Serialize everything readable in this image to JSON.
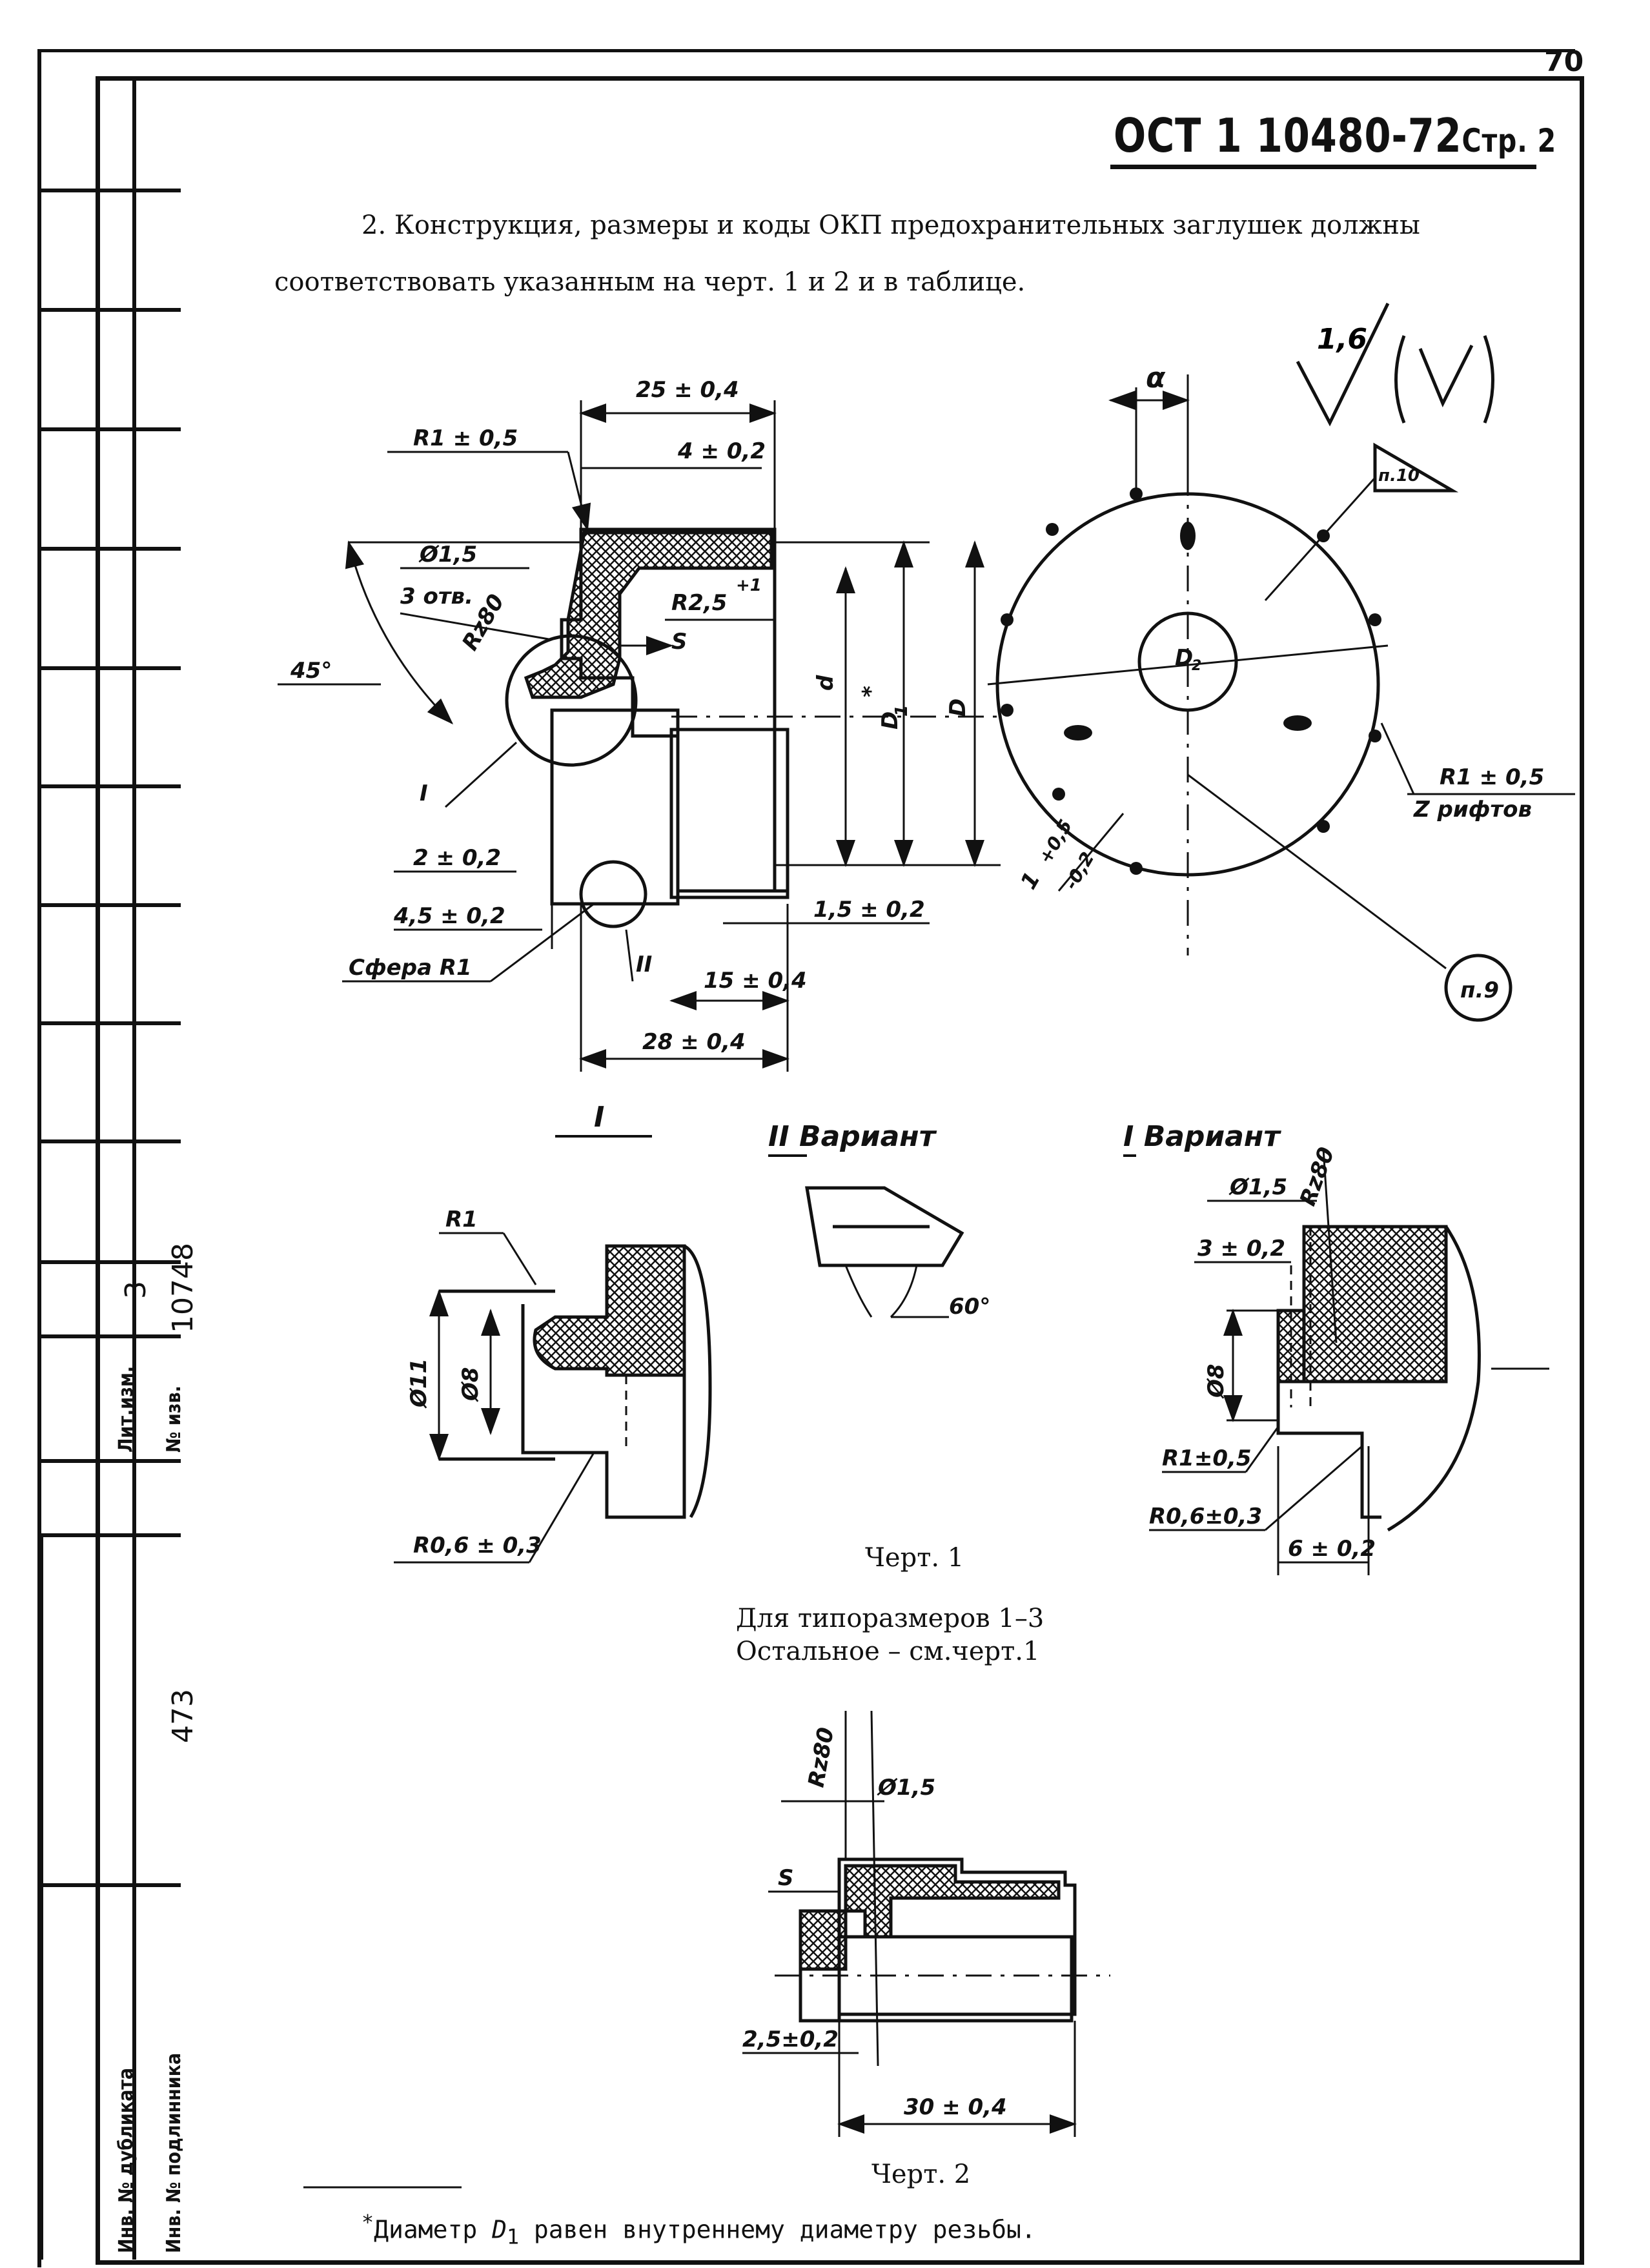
{
  "page_number": "70",
  "header": {
    "doc_code": "ОСТ 1 10480-72",
    "page_label": "Стр. 2"
  },
  "body": {
    "paragraph_line1": "2. Конструкция, размеры и коды ОКП предохранительных заглушек  должны",
    "paragraph_line2": "соответствовать указанным на черт. 1 и 2 и в таблице."
  },
  "roughness_symbol": {
    "value": "1,6",
    "suffix": "(√)"
  },
  "drawing1": {
    "dims": {
      "d25": "25 ± 0,4",
      "r1": "R1 ± 0,5",
      "d4": "4 ± 0,2",
      "phi15": "Ø1,5",
      "holes3": "3 отв.",
      "rz80": "Rz80",
      "r25": "R2,5",
      "r25_tol": "+1",
      "s": "S",
      "d": "d",
      "d1": "D",
      "d1_sub": "1",
      "d1_star": "*",
      "bigD": "D",
      "angle45": "45°",
      "detailI": "I",
      "d2": "2 ± 0,2",
      "d45": "4,5 ± 0,2",
      "sphere": "Сфера R1",
      "detailII": "II",
      "d15": "1,5 ± 0,2",
      "d15b": "15 ± 0,4",
      "d28": "28 ± 0,4"
    }
  },
  "drawing_circle": {
    "alpha": "α",
    "pn10": "п.10",
    "D2": "D",
    "D2_sub": "2",
    "r1": "R1 ± 0,5",
    "ribs": "Z рифтов",
    "tol_top": "+0,5",
    "tol_base": "1",
    "tol_bottom": "-0,2",
    "pn9": "п.9"
  },
  "details": {
    "detailI_title": "I",
    "detailI_r1": "R1",
    "detailI_phi11": "Ø11",
    "detailI_phi8": "Ø8",
    "detailI_r06": "R0,6 ± 0,3",
    "variantII_title": "II Вариант",
    "variantII_angle": "60°",
    "variantI_title": "I Вариант",
    "variantI_rz80": "Rz80",
    "variantI_phi15": "Ø1,5",
    "variantI_d3": "3 ± 0,2",
    "variantI_phi8": "Ø8",
    "variantI_r1": "R1±0,5",
    "variantI_r06": "R0,6±0,3",
    "variantI_d6": "6 ± 0,2"
  },
  "captions": {
    "fig1": "Черт. 1",
    "note_line1": "Для типоразмеров 1–3",
    "note_line2": "Остальное – см.черт.1",
    "fig2": "Черт. 2"
  },
  "drawing2": {
    "rz80": "Rz80",
    "phi15": "Ø1,5",
    "s": "S",
    "d25": "2,5±0,2",
    "d30": "30 ± 0,4"
  },
  "footnote": {
    "star": "*",
    "text_before": "Диаметр ",
    "symbol": "D",
    "symbol_sub": "1",
    "text_after": " равен внутреннему диаметру резьбы."
  },
  "stamp": {
    "lit_izm_label": "Лит.изм.",
    "lit_izm_value": "3",
    "no_izv_label": "№ изв.",
    "no_izv_value": "10748",
    "value_473": "473",
    "inv_dubl_label": "Инв. № дубликата",
    "inv_podl_label": "Инв. № подлинника"
  }
}
